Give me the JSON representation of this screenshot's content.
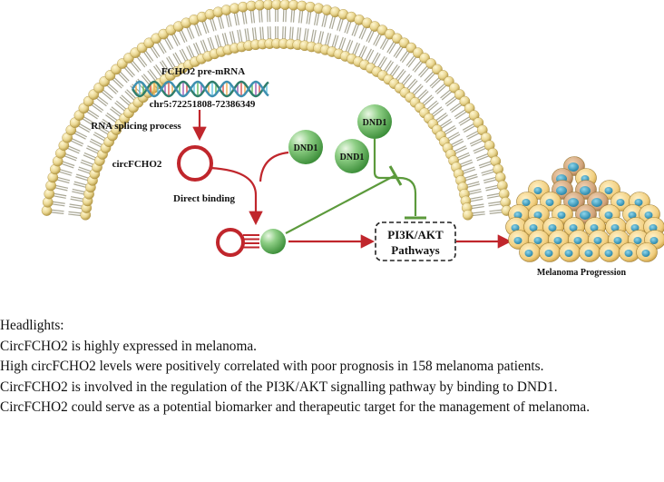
{
  "diagram": {
    "pre_mrna_label": "FCHO2 pre-mRNA",
    "locus_label": "chr5:72251808-72386349",
    "splicing_label": "RNA splicing process",
    "circ_label": "circFCHO2",
    "binding_label": "Direct binding",
    "dnd1_label": "DND1",
    "pathway_label_1": "PI3K/AKT",
    "pathway_label_2": "Pathways",
    "outcome_label": "Melanoma Progression"
  },
  "headlights": {
    "title": "Headlights:",
    "items": [
      "CircFCHO2 is highly expressed in melanoma.",
      "High circFCHO2 levels were positively correlated with poor prognosis in 158 melanoma patients.",
      "CircFCHO2 is involved in the regulation of the PI3K/AKT signalling pathway by binding to DND1.",
      "CircFCHO2 could serve as a potential biomarker and therapeutic target for the management of melanoma."
    ]
  },
  "colors": {
    "membrane_head": "#e2d28e",
    "membrane_tail": "#b0ae98",
    "arrow_red": "#c0262c",
    "inhibit_green": "#5c9a3c",
    "dnd1_sphere": "#6db86d",
    "cell_yellow": "#f3d38a",
    "cell_nucleus": "#3aa5c4"
  }
}
